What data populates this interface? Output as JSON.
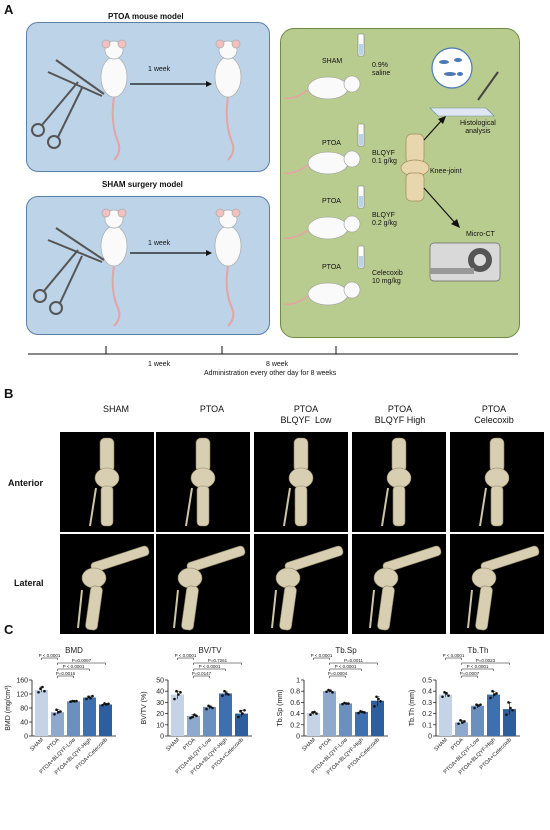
{
  "panel_a": {
    "letter": "A",
    "ptoa_model_title": "PTOA mouse model",
    "sham_model_title": "SHAM surgery model",
    "arrow_week_top": "1 week",
    "arrow_week_bottom": "1 week",
    "groups": [
      {
        "name": "SHAM",
        "dose": "0.9%\nsaline"
      },
      {
        "name": "PTOA",
        "dose": "BLQYF\n0.1 g/kg"
      },
      {
        "name": "PTOA",
        "dose": "BLQYF\n0.2 g/kg"
      },
      {
        "name": "PTOA",
        "dose": "Celecoxib\n10 mg/kg"
      }
    ],
    "knee_label": "Knee-joint",
    "histology_label": "Histological\nanalysis",
    "microct_label": "Micro-CT",
    "timeline_1": "1 week",
    "timeline_2": "8 week",
    "timeline_3": "Administration every other day for 8 weeks"
  },
  "panel_b": {
    "letter": "B",
    "columns": [
      "SHAM",
      "PTOA",
      "PTOA\nBLQYF  Low",
      "PTOA\nBLQYF High",
      "PTOA\nCelecoxib"
    ],
    "rows": [
      "Anterior",
      "Lateral"
    ]
  },
  "panel_c": {
    "letter": "C",
    "categories": [
      "SHAM",
      "PTOA",
      "PTOA+BLQYF-Low",
      "PTOA+BLQYF-High",
      "PTOA+Celecoxib"
    ]
  },
  "colors": {
    "bars": [
      "#c5d3e6",
      "#8fa9cc",
      "#6b8fbf",
      "#3e6fae",
      "#2d5f9e"
    ]
  },
  "chart_data": [
    {
      "type": "bar",
      "title": "BMD",
      "ylabel": "BMD (mg/cm³)",
      "ylim": [
        0,
        160
      ],
      "yticks": [
        0,
        40,
        80,
        120,
        160
      ],
      "categories": [
        "SHAM",
        "PTOA",
        "PTOA+BLQYF-Low",
        "PTOA+BLQYF-High",
        "PTOA+Celecoxib"
      ],
      "values": [
        132,
        68,
        99,
        110,
        90
      ],
      "points": [
        [
          125,
          135,
          140,
          128
        ],
        [
          62,
          75,
          68,
          70
        ],
        [
          98,
          100,
          99,
          100
        ],
        [
          106,
          112,
          108,
          114
        ],
        [
          88,
          93,
          90,
          92
        ]
      ],
      "pvalues": [
        "P < 0.0001",
        "P=0.0016",
        "P < 0.0001",
        "P=0.0097"
      ]
    },
    {
      "type": "bar",
      "title": "BV/TV",
      "ylabel": "BV/TV (%)",
      "ylim": [
        0,
        50
      ],
      "yticks": [
        0,
        10,
        20,
        30,
        40,
        50
      ],
      "categories": [
        "SHAM",
        "PTOA",
        "PTOA+BLQYF-Low",
        "PTOA+BLQYF-High",
        "PTOA+Celecoxib"
      ],
      "values": [
        37,
        18,
        26,
        38,
        20
      ],
      "points": [
        [
          33,
          40,
          37,
          39
        ],
        [
          16,
          17,
          19,
          18
        ],
        [
          24,
          27,
          26,
          25
        ],
        [
          36,
          40,
          38,
          37
        ],
        [
          17,
          22,
          20,
          23
        ]
      ],
      "pvalues": [
        "P < 0.0001",
        "P=0.0147",
        "P < 0.0001",
        "P=0.7261"
      ]
    },
    {
      "type": "bar",
      "title": "Tb.Sp",
      "ylabel": "Tb.Sp (mm)",
      "ylim": [
        0,
        1.0
      ],
      "yticks": [
        0.0,
        0.2,
        0.4,
        0.6,
        0.8,
        1.0
      ],
      "categories": [
        "SHAM",
        "PTOA",
        "PTOA+BLQYF-Low",
        "PTOA+BLQYF-High",
        "PTOA+Celecoxib"
      ],
      "values": [
        0.41,
        0.8,
        0.58,
        0.43,
        0.63
      ],
      "points": [
        [
          0.38,
          0.42,
          0.43,
          0.4
        ],
        [
          0.79,
          0.82,
          0.81,
          0.78
        ],
        [
          0.57,
          0.59,
          0.58,
          0.58
        ],
        [
          0.41,
          0.44,
          0.43,
          0.42
        ],
        [
          0.53,
          0.7,
          0.66,
          0.62
        ]
      ],
      "pvalues": [
        "P < 0.0001",
        "P=0.0004",
        "P < 0.0001",
        "P=0.0011"
      ]
    },
    {
      "type": "bar",
      "title": "Tb.Th",
      "ylabel": "Tb.Th (mm)",
      "ylim": [
        0,
        0.5
      ],
      "yticks": [
        0.0,
        0.1,
        0.2,
        0.3,
        0.4,
        0.5
      ],
      "categories": [
        "SHAM",
        "PTOA",
        "PTOA+BLQYF-Low",
        "PTOA+BLQYF-High",
        "PTOA+Celecoxib"
      ],
      "values": [
        0.37,
        0.12,
        0.27,
        0.37,
        0.24
      ],
      "points": [
        [
          0.35,
          0.39,
          0.38,
          0.36
        ],
        [
          0.11,
          0.14,
          0.12,
          0.13
        ],
        [
          0.25,
          0.28,
          0.27,
          0.28
        ],
        [
          0.34,
          0.4,
          0.37,
          0.38
        ],
        [
          0.19,
          0.3,
          0.25,
          0.23
        ]
      ],
      "pvalues": [
        "P < 0.0001",
        "P=0.0007",
        "P < 0.0001",
        "P=0.0023"
      ]
    }
  ]
}
